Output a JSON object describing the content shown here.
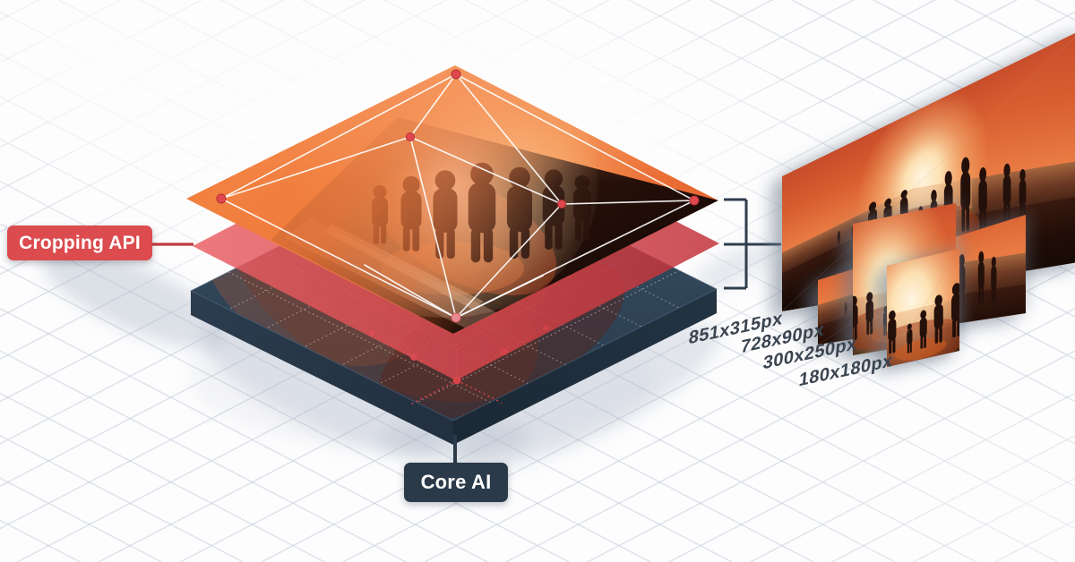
{
  "diagram": {
    "cropping_api": "Cropping API",
    "core_ai": "Core AI",
    "outputs": [
      {
        "size": "851x315px"
      },
      {
        "size": "728x90px"
      },
      {
        "size": "300x250px"
      },
      {
        "size": "180x180px"
      }
    ],
    "colors": {
      "accent_red": "#dc4b4e",
      "navy": "#2b3a49",
      "connector": "#2e3e4e",
      "size_label_text": "#3a4450"
    }
  }
}
